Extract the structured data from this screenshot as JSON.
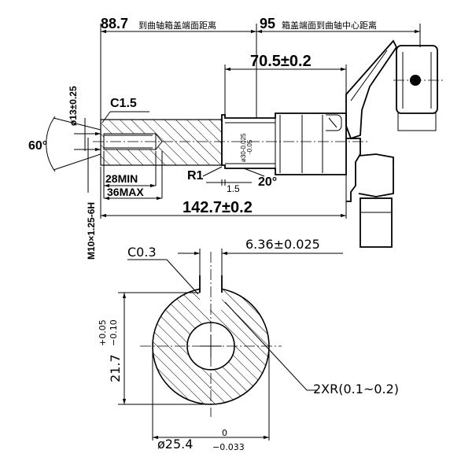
{
  "dimensions": {
    "top_left_value": "88.7",
    "top_left_note": "到曲轴箱盖端面距离",
    "top_right_value": "95",
    "top_right_note": "箱盖端面到曲轴中心距离",
    "length_70": "70.5±0.2",
    "length_142": "142.7±0.2",
    "bore_dia": "ø13±0.25",
    "chamfer_c15": "C1.5",
    "angle_60": "60°",
    "angle_20": "20°",
    "radius_r1": "R1",
    "step_15": "1.5",
    "depth_min": "28MIN",
    "depth_max": "36MAX",
    "thread": "M10×1.25-6H",
    "shaft_dia_code_1": "ø30-0.025",
    "shaft_dia_code_2": "-0.05"
  },
  "section": {
    "chamfer_c03": "C0.3",
    "key_width": "6.36±0.025",
    "key_height_main": "21.7",
    "key_height_tol_upper": "+0.05",
    "key_height_tol_lower": "−0.10",
    "fillet_note": "2XR(0.1~0.2)",
    "shaft_dia_main": "ø25.4",
    "shaft_dia_tol_upper": "0",
    "shaft_dia_tol_lower": "−0.033"
  }
}
